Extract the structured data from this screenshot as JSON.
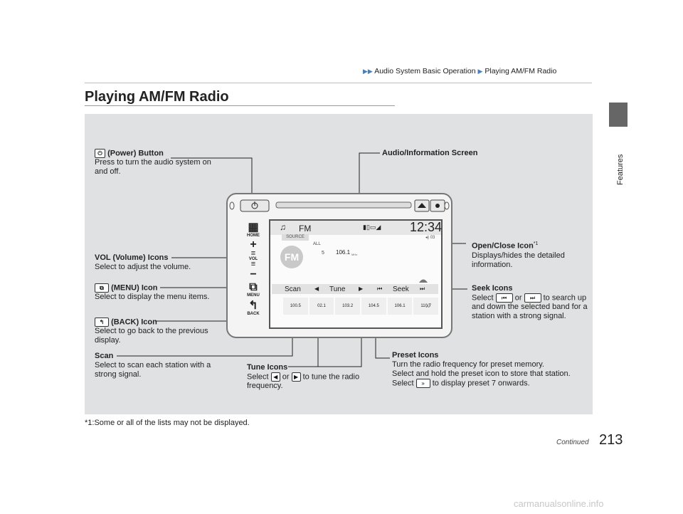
{
  "header": {
    "breadcrumb": [
      "Audio System Basic Operation",
      "Playing AM/FM Radio"
    ],
    "side_tab": "Features",
    "page_title": "Playing AM/FM Radio"
  },
  "callouts": {
    "power": {
      "title": "(Power) Button",
      "text": "Press to turn the audio system on and off."
    },
    "audio_screen": {
      "title": "Audio/Information Screen"
    },
    "vol": {
      "title": "VOL (Volume) Icons",
      "text": "Select to adjust the volume."
    },
    "menu": {
      "title": "(MENU) Icon",
      "text": "Select to display the menu items."
    },
    "back": {
      "title": "(BACK) Icon",
      "text": "Select to go back to the previous display."
    },
    "scan": {
      "title": "Scan",
      "text": "Select to scan each station with a strong signal."
    },
    "tune": {
      "title": "Tune Icons",
      "text_pre": "Select",
      "text_or": "or",
      "text_post": "to tune the radio frequency."
    },
    "preset": {
      "title": "Preset Icons",
      "line1": "Turn the radio frequency for preset memory.",
      "line2": "Select and hold the preset icon to store that station.",
      "line3_pre": "Select",
      "line3_post": "to display preset 7 onwards."
    },
    "open_close": {
      "title": "Open/Close Icon",
      "sup": "*1",
      "text": "Displays/hides the detailed information."
    },
    "seek": {
      "title": "Seek Icons",
      "text_pre": "Select",
      "text_or": "or",
      "text_post": "to search up and down the selected band for a station with a strong signal."
    }
  },
  "screen": {
    "band": "FM",
    "clock": "12:34",
    "source": "SOURCE",
    "all": "ALL",
    "preset_no": "5",
    "frequency": "106.1",
    "unit": "MHz",
    "volume": "03",
    "scan": "Scan",
    "tune": "Tune",
    "seek": "Seek",
    "presets": [
      "100.5",
      "02.1",
      "103.2",
      "104.5",
      "106.1",
      "110.7"
    ]
  },
  "left_buttons": {
    "home": "HOME",
    "vol": "VOL",
    "menu": "MENU",
    "back": "BACK"
  },
  "footer": {
    "footnote": "*1:Some or all of the lists may not be displayed.",
    "continued": "Continued",
    "page_number": "213",
    "watermark": "carmanualsonline.info"
  },
  "colors": {
    "panel": "#dfe1e3",
    "side_tab": "#666666",
    "breadcrumb_arrow": "#4a7fb8"
  }
}
